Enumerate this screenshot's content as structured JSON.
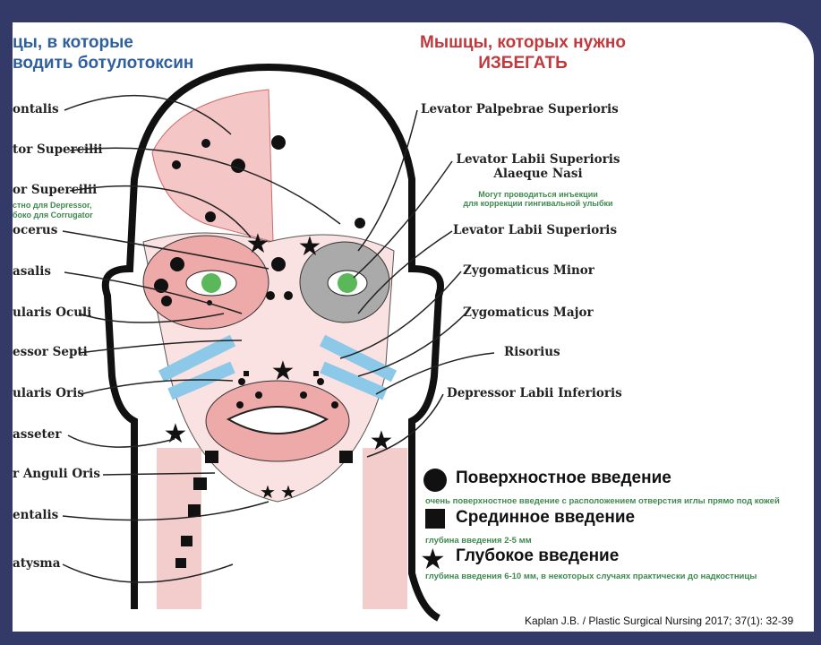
{
  "title_left": [
    "цы, в которые",
    "водить ботулотоксин"
  ],
  "title_right": [
    "Мышцы, которых нужно",
    "ИЗБЕГАТЬ"
  ],
  "left_labels": [
    "ontalis",
    "tor Supercilii",
    "or Supercilii",
    "ocerus",
    "asalis",
    "ularis Oculi",
    "essor Septi",
    "ularis Oris",
    "asseter",
    "r Anguli Oris",
    "entalis",
    "atysma"
  ],
  "left_note": [
    "стно для Depressor,",
    "боко для Corrugator"
  ],
  "right_labels": [
    "Levator Palpebrae Superioris",
    "Levator Labii Superioris",
    "Alaeque Nasi",
    "Levator Labii Superioris",
    "Zygomaticus Minor",
    "Zygomaticus Major",
    "Risorius",
    "Depressor Labii Inferioris"
  ],
  "right_note": [
    "Могут проводиться инъекции",
    "для коррекции гингивальной улыбки"
  ],
  "legend": [
    {
      "icon": "circle",
      "title": "Поверхностное введение",
      "desc": "очень поверхностное введение с расположением отверстия иглы прямо под кожей"
    },
    {
      "icon": "square",
      "title": "Срединное введение",
      "desc": "глубина введения 2-5 мм"
    },
    {
      "icon": "star",
      "title": "Глубокое введение",
      "desc": "глубина введения 6-10 мм, в некоторых случаях практически до надкостницы"
    }
  ],
  "citation": "Kaplan J.B. / Plastic Surgical Nursing 2017; 37(1): 32-39",
  "colors": {
    "frame": "#343a68",
    "muscle": "#e89a9a",
    "tendon": "#8cc8e8",
    "title_left": "#2e5f9e",
    "title_right": "#c0393c",
    "note": "#3e8a4e"
  }
}
